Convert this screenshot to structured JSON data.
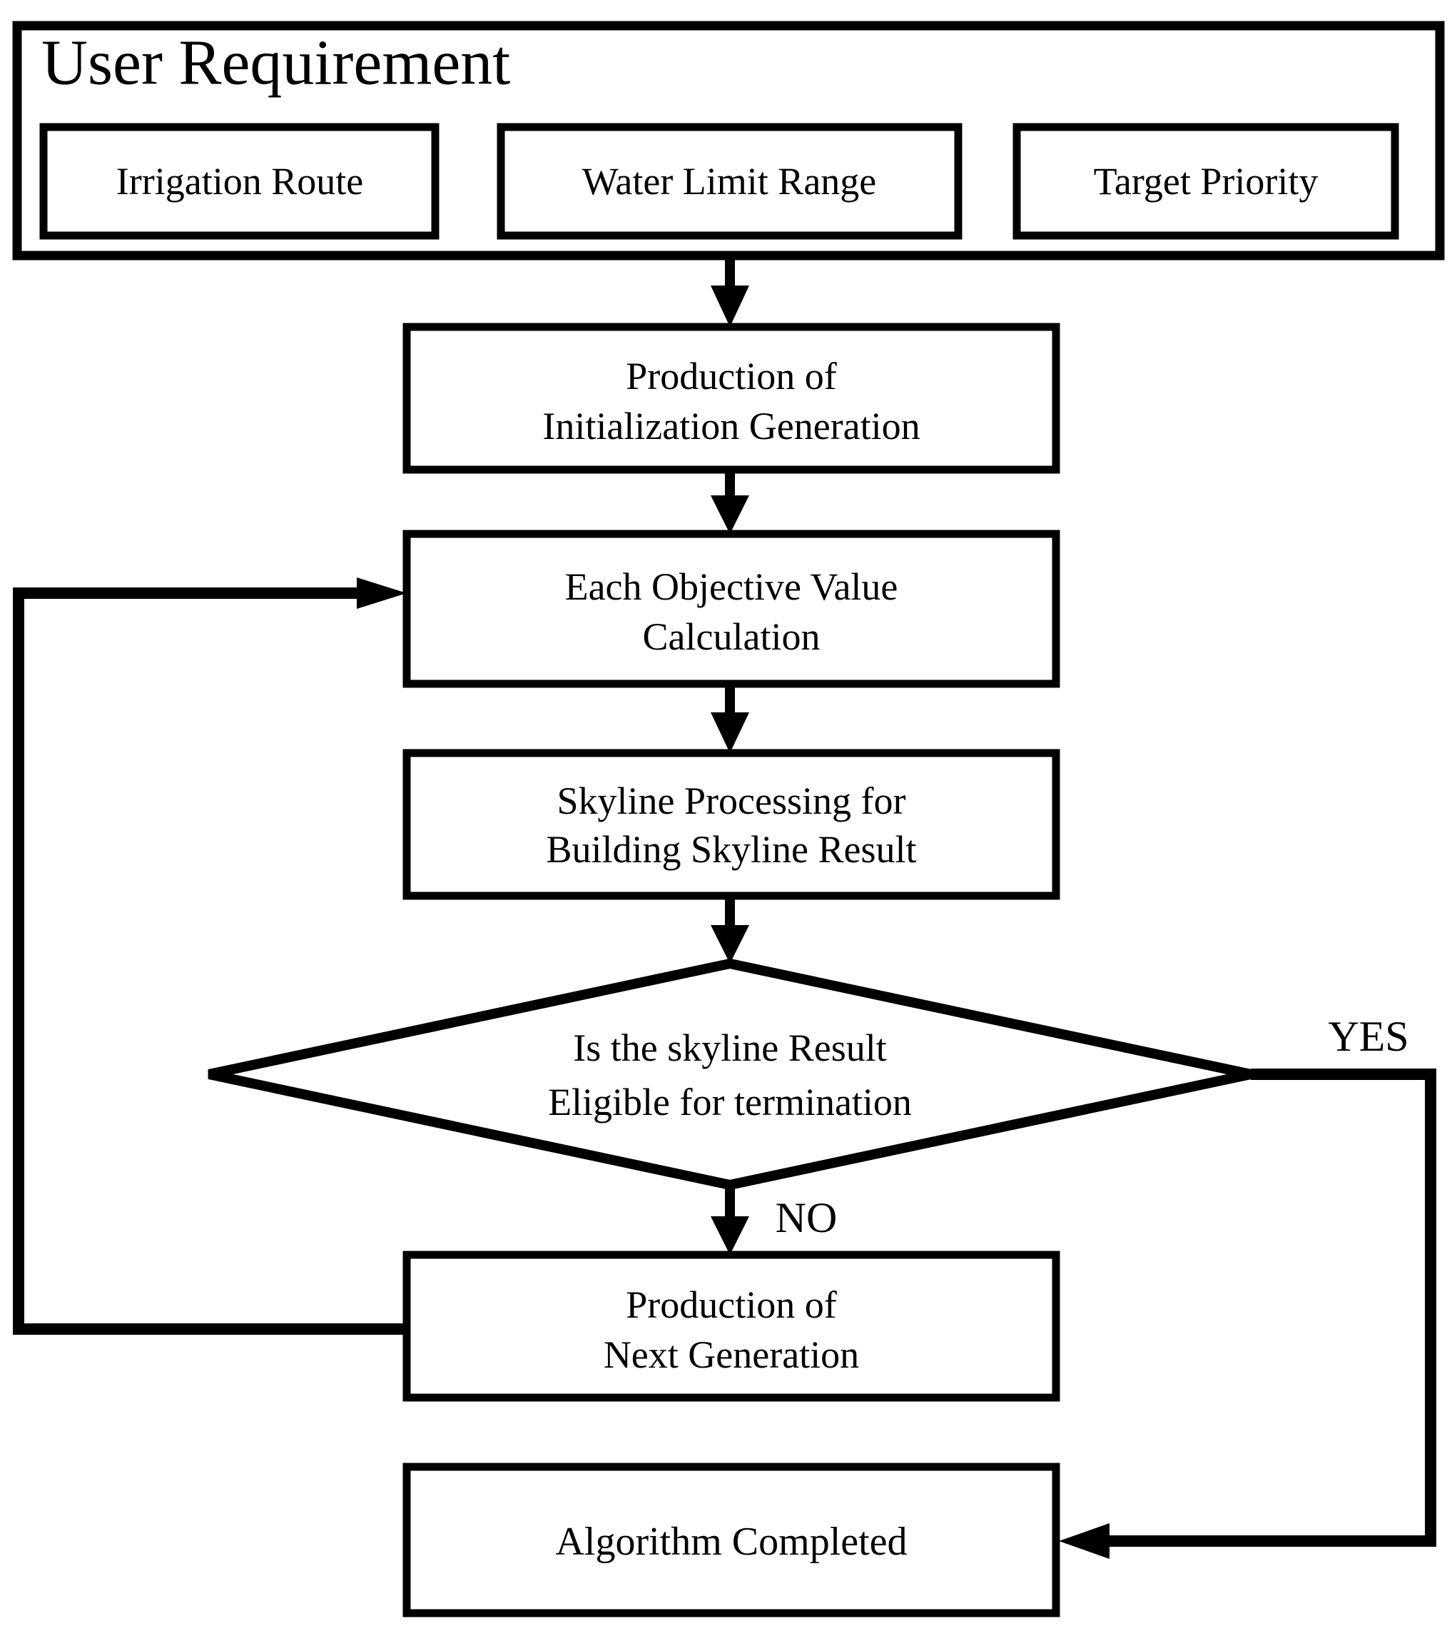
{
  "flowchart": {
    "user_requirement": {
      "title": "User Requirement",
      "inputs": [
        {
          "label": "Irrigation Route"
        },
        {
          "label": "Water Limit Range"
        },
        {
          "label": "Target Priority"
        }
      ]
    },
    "steps": {
      "init_generation": {
        "line1": "Production of",
        "line2": "Initialization Generation"
      },
      "objective_value": {
        "line1": "Each Objective Value",
        "line2": "Calculation"
      },
      "skyline_processing": {
        "line1": "Skyline Processing for",
        "line2": "Building Skyline Result"
      },
      "decision": {
        "line1": "Is the skyline Result",
        "line2": "Eligible for termination"
      },
      "next_generation": {
        "line1": "Production of",
        "line2": "Next Generation"
      },
      "algorithm_completed": {
        "label": "Algorithm Completed"
      }
    },
    "branch_labels": {
      "yes": "YES",
      "no": "NO"
    },
    "colors": {
      "line": "#000000",
      "background": "#ffffff",
      "text": "#000000"
    }
  }
}
